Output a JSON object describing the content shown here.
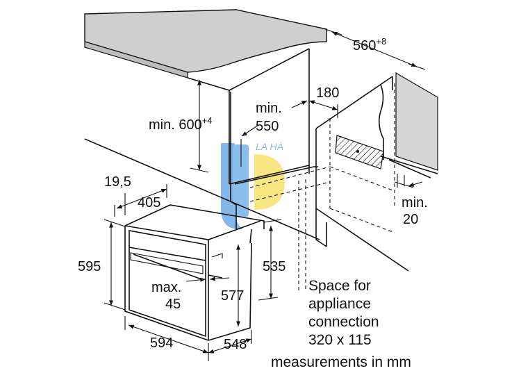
{
  "dimensions": {
    "niche_depth": "560",
    "niche_depth_tolerance": "+8",
    "niche_height_prefix": "min. 600",
    "niche_height_tolerance": "+4",
    "min_550_a": "min.",
    "min_550_b": "550",
    "d_180": "180",
    "min_20_a": "min.",
    "min_20_b": "20",
    "d_19_5": "19,5",
    "d_405": "405",
    "d_595": "595",
    "d_535": "535",
    "max_45_a": "max.",
    "max_45_b": "45",
    "d_577": "577",
    "d_594": "594",
    "d_548": "548"
  },
  "notes": {
    "connection_line1": "Space for",
    "connection_line2": "appliance",
    "connection_line3": "connection",
    "connection_line4": "320 x 115",
    "units": "measurements in mm"
  },
  "watermark": {
    "text": "LA HÀ",
    "colors": [
      "#1e7fd6",
      "#f3d21b"
    ]
  },
  "colors": {
    "countertop_fill": "#cfcfcf",
    "line": "#111111",
    "hatch": "#111111"
  }
}
